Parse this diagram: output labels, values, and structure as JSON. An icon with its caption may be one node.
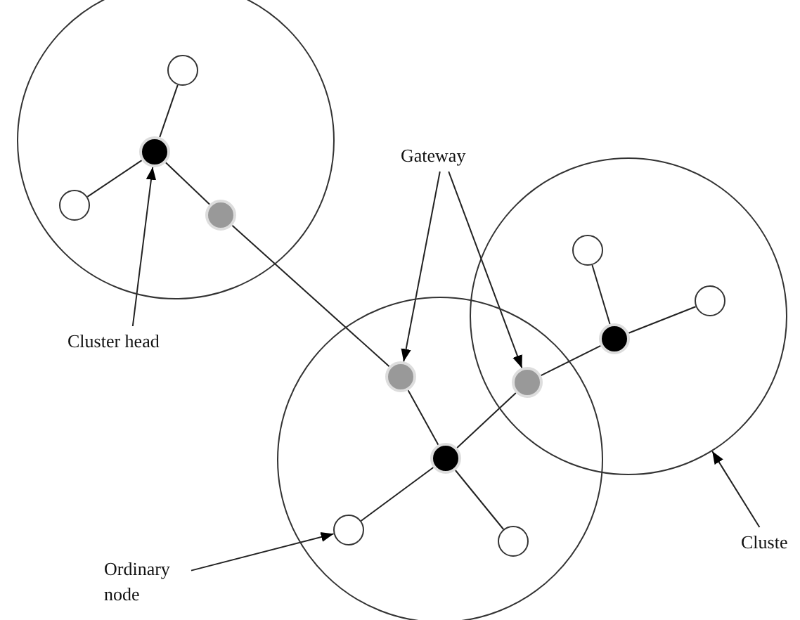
{
  "diagram": {
    "nodes": [
      {
        "text": [],
        "shape": "circle"
      },
      {
        "text": [],
        "shape": "circle",
        "in": 0
      },
      {
        "text": [],
        "shape": "circle",
        "in": 0
      },
      {
        "text": [],
        "shape": "circle",
        "in": 0
      },
      {
        "text": [],
        "shape": "circle",
        "in": 0
      },
      {
        "text": [
          "Gateway"
        ]
      },
      {
        "text": [],
        "shape": "circle"
      },
      {
        "text": [],
        "shape": "circle",
        "in": 6
      },
      {
        "text": [],
        "shape": "circle",
        "in": 6
      },
      {
        "text": [],
        "shape": "circle",
        "in": 6
      },
      {
        "text": [
          "Cluster head"
        ]
      },
      {
        "text": [],
        "shape": "circle"
      },
      {
        "text": [],
        "shape": "circle",
        "in": 11
      },
      {
        "text": [],
        "shape": "circle"
      },
      {
        "text": [],
        "shape": "circle",
        "in": 11
      },
      {
        "text": [],
        "shape": "circle",
        "in": 11
      },
      {
        "text": [],
        "shape": "circle",
        "in": 11
      },
      {
        "text": [
          "Cluste"
        ]
      },
      {
        "text": [
          "Ordinary node"
        ]
      }
    ],
    "edges": [
      {
        "from": 2,
        "to": 1,
        "arrow": "none"
      },
      {
        "from": 2,
        "to": 3,
        "arrow": "none"
      },
      {
        "from": 2,
        "to": 4,
        "arrow": "none"
      },
      {
        "from": 4,
        "to": 12,
        "arrow": "none"
      },
      {
        "from": 12,
        "to": 14,
        "arrow": "none"
      },
      {
        "from": 14,
        "to": 15,
        "arrow": "none"
      },
      {
        "from": 14,
        "to": 16,
        "arrow": "none"
      },
      {
        "from": 14,
        "to": 13,
        "arrow": "none"
      },
      {
        "from": 13,
        "to": 9,
        "arrow": "none"
      },
      {
        "from": 9,
        "to": 7,
        "arrow": "none"
      },
      {
        "from": 9,
        "to": 8,
        "arrow": "none"
      },
      {
        "from": 10,
        "to": 2,
        "arrow": "to"
      },
      {
        "from": 5,
        "to": 12,
        "arrow": "to"
      },
      {
        "from": 5,
        "to": 13,
        "arrow": "to"
      },
      {
        "from": 18,
        "to": 15,
        "arrow": "to"
      },
      {
        "from": 17,
        "to": 6,
        "arrow": "to"
      }
    ]
  }
}
